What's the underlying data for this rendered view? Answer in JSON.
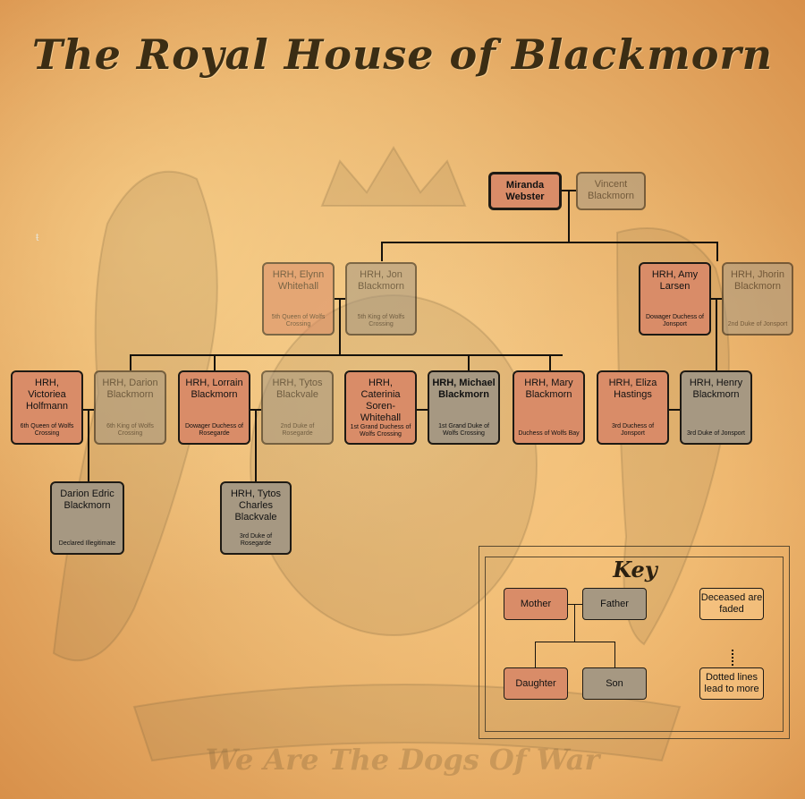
{
  "title": "The Royal House of Blackmorn",
  "watermark": "We Are The Dogs Of War",
  "stray_glyph": "ŧ",
  "colors": {
    "mother": "#d98c68",
    "father": "#a69882",
    "line": "#16120c"
  },
  "people": {
    "miranda": {
      "name": "Miranda Webster",
      "title": ""
    },
    "vincent": {
      "name": "Vincent Blackmorn",
      "title": ""
    },
    "elynn": {
      "name": "HRH, Elynn Whitehall",
      "title": "5th Queen of Wolfs Crossing"
    },
    "jon": {
      "name": "HRH, Jon Blackmorn",
      "title": "5th King of Wolfs Crossing"
    },
    "amy": {
      "name": "HRH, Amy Larsen",
      "title": "Dowager Duchess of Jonsport"
    },
    "jhorin": {
      "name": "HRH, Jhorin Blackmorn",
      "title": "2nd Duke of Jonsport"
    },
    "victoriea": {
      "name": "HRH, Victoriea Holfmann",
      "title": "6th Queen of Wolfs Crossing"
    },
    "darion": {
      "name": "HRH, Darion Blackmorn",
      "title": "6th King of Wolfs Crossing"
    },
    "lorrain": {
      "name": "HRH, Lorrain Blackmorn",
      "title": "Dowager Duchess of Rosegarde"
    },
    "tytos": {
      "name": "HRH, Tytos Blackvale",
      "title": "2nd Duke of Rosegarde"
    },
    "caterina": {
      "name": "HRH, Caterinia Soren-Whitehall",
      "title": "1st Grand Duchess of Wolfs Crossing"
    },
    "michael": {
      "name": "HRH, Michael Blackmorn",
      "title": "1st Grand Duke of Wolfs Crossing"
    },
    "mary": {
      "name": "HRH, Mary Blackmorn",
      "title": "Duchess of Wolfs Bay"
    },
    "eliza": {
      "name": "HRH, Eliza Hastings",
      "title": "3rd Duchess of Jonsport"
    },
    "henry": {
      "name": "HRH, Henry Blackmorn",
      "title": "3rd Duke of Jonsport"
    },
    "darion_edric": {
      "name": "Darion Edric Blackmorn",
      "title": "Declared Illegitimate"
    },
    "tytos_charles": {
      "name": "HRH, Tytos Charles Blackvale",
      "title": "3rd Duke of Rosegarde"
    }
  },
  "key": {
    "title": "Key",
    "mother": "Mother",
    "father": "Father",
    "daughter": "Daughter",
    "son": "Son",
    "deceased_note": "Deceased are faded",
    "dotted_note": "Dotted lines lead to more"
  }
}
